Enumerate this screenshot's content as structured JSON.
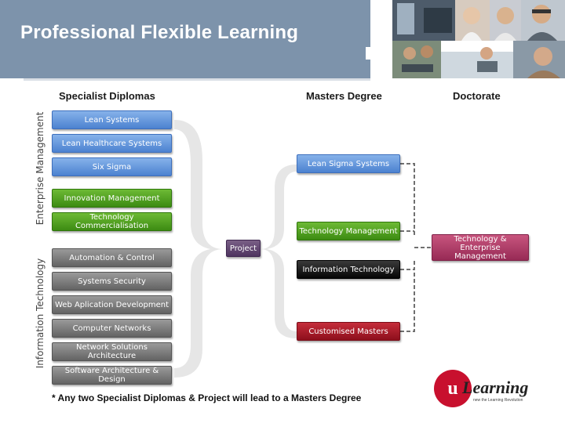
{
  "header": {
    "title": "Professional Flexible Learning",
    "background": "#7d93ab",
    "photo_strip": [
      "photo-student-corridor",
      "photo-woman-smiling",
      "photo-man-smiling",
      "photo-man-headset",
      "photo-students-laptop",
      "photo-woman-phone",
      "photo-man-laptop"
    ]
  },
  "columns": {
    "specialist": "Specialist Diplomas",
    "masters": "Masters Degree",
    "doctorate": "Doctorate"
  },
  "side_labels": {
    "enterprise": "Enterprise Management",
    "it": "Information Technology"
  },
  "diplomas": [
    {
      "label": "Lean Systems",
      "color": "blue"
    },
    {
      "label": "Lean Healthcare Systems",
      "color": "blue"
    },
    {
      "label": "Six Sigma",
      "color": "blue"
    },
    {
      "label": "Innovation Management",
      "color": "green"
    },
    {
      "label": "Technology Commercialisation",
      "color": "green"
    },
    {
      "label": "Automation & Control",
      "color": "grey"
    },
    {
      "label": "Systems Security",
      "color": "grey"
    },
    {
      "label": "Web Aplication Development",
      "color": "grey"
    },
    {
      "label": "Computer Networks",
      "color": "grey"
    },
    {
      "label": "Network Solutions Architecture",
      "color": "grey"
    },
    {
      "label": "Software Architecture & Design",
      "color": "grey"
    }
  ],
  "project": "Project",
  "masters": [
    {
      "label": "Lean Sigma Systems",
      "color": "blue"
    },
    {
      "label": "Technology Management",
      "color": "green"
    },
    {
      "label": "Information Technology",
      "color": "black"
    },
    {
      "label": "Customised Masters",
      "color": "red"
    }
  ],
  "doctorate": {
    "line1": "Technology &",
    "line2": "Enterprise Management"
  },
  "footnote": "* Any two Specialist Diplomas & Project will lead to a Masters Degree",
  "logo": {
    "letter": "u",
    "word": "Learning",
    "tagline": "new the Learning Revolution",
    "color": "#c8102e"
  }
}
